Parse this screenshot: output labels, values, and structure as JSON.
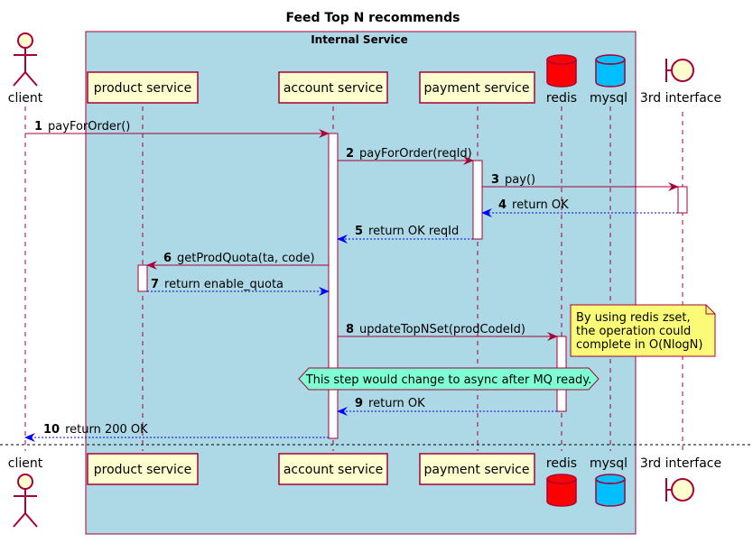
{
  "diagram": {
    "title": "Feed Top N recommends",
    "box_title": "Internal Service"
  },
  "participants": {
    "client": "client",
    "product": "product service",
    "account": "account service",
    "payment": "payment service",
    "redis": "redis",
    "mysql": "mysql",
    "interface": "3rd interface"
  },
  "messages": [
    {
      "num": "1",
      "text": "payForOrder()"
    },
    {
      "num": "2",
      "text": "payForOrder(reqId)"
    },
    {
      "num": "3",
      "text": "pay()"
    },
    {
      "num": "4",
      "text": "return OK"
    },
    {
      "num": "5",
      "text": "return OK reqId"
    },
    {
      "num": "6",
      "text": "getProdQuota(ta, code)"
    },
    {
      "num": "7",
      "text": "return enable_quota"
    },
    {
      "num": "8",
      "text": "updateTopNSet(prodCodeId)"
    },
    {
      "num": "9",
      "text": "return OK"
    },
    {
      "num": "10",
      "text": "return 200 OK"
    }
  ],
  "note": {
    "line1": "By using redis zset,",
    "line2": "the operation could",
    "line3": "complete in O(NlogN)"
  },
  "hnote": "This step would change to async after MQ ready.",
  "colors": {
    "box_bg": "#ADD8E6",
    "participant_fill": "#FEFECE",
    "participant_border": "#A80036",
    "redis_fill": "#FF0000",
    "mysql_fill": "#00BFFF",
    "sync_arrow": "#A80036",
    "return_arrow": "#0000FF",
    "note_fill": "#FBFB77",
    "hnote_fill": "#7FFFD4"
  }
}
